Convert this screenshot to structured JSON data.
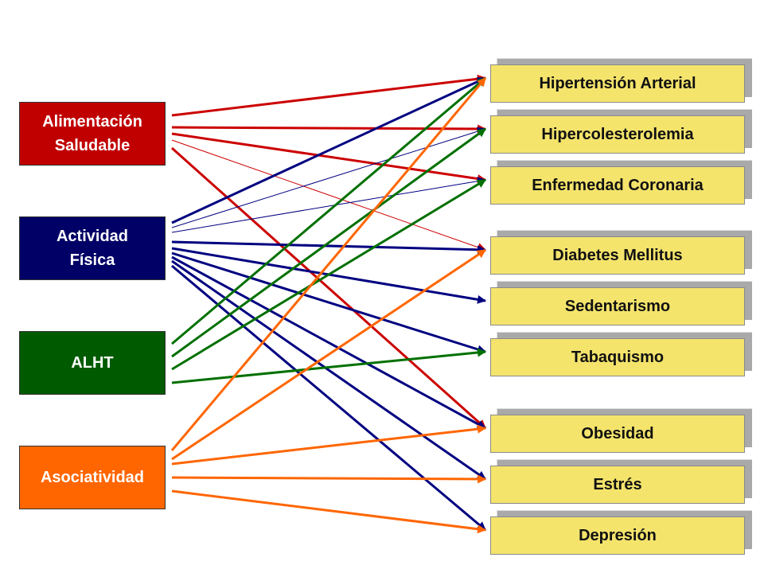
{
  "sources": [
    {
      "id": "alimentacion",
      "label": "Alimentación\nSaludable",
      "color": "#c00000"
    },
    {
      "id": "actividad",
      "label": "Actividad\nFísica",
      "color": "#000066"
    },
    {
      "id": "alht",
      "label": "ALHT",
      "color": "#005a00"
    },
    {
      "id": "asociatividad",
      "label": "Asociatividad",
      "color": "#ff6600"
    }
  ],
  "targets": [
    {
      "id": "hipertension",
      "label": "Hipertensión Arterial"
    },
    {
      "id": "hipercolesterolemia",
      "label": "Hipercolesterolemia"
    },
    {
      "id": "enfermedad_coronaria",
      "label": "Enfermedad Coronaria"
    },
    {
      "id": "diabetes",
      "label": "Diabetes Mellitus"
    },
    {
      "id": "sedentarismo",
      "label": "Sedentarismo"
    },
    {
      "id": "tabaquismo",
      "label": "Tabaquismo"
    },
    {
      "id": "obesidad",
      "label": "Obesidad"
    },
    {
      "id": "estres",
      "label": "Estrés"
    },
    {
      "id": "depresion",
      "label": "Depresión"
    }
  ],
  "links": [
    {
      "from": "alimentacion",
      "to": "hipertension",
      "color": "#cc0000",
      "weight": "thick"
    },
    {
      "from": "alimentacion",
      "to": "hipercolesterolemia",
      "color": "#cc0000",
      "weight": "thick"
    },
    {
      "from": "alimentacion",
      "to": "enfermedad_coronaria",
      "color": "#cc0000",
      "weight": "thick"
    },
    {
      "from": "alimentacion",
      "to": "diabetes",
      "color": "#cc0000",
      "weight": "thin"
    },
    {
      "from": "alimentacion",
      "to": "obesidad",
      "color": "#cc0000",
      "weight": "thick"
    },
    {
      "from": "actividad",
      "to": "hipertension",
      "color": "#000080",
      "weight": "thick"
    },
    {
      "from": "actividad",
      "to": "hipercolesterolemia",
      "color": "#000080",
      "weight": "thin"
    },
    {
      "from": "actividad",
      "to": "enfermedad_coronaria",
      "color": "#000080",
      "weight": "thin"
    },
    {
      "from": "actividad",
      "to": "diabetes",
      "color": "#000080",
      "weight": "thick"
    },
    {
      "from": "actividad",
      "to": "sedentarismo",
      "color": "#000080",
      "weight": "thick"
    },
    {
      "from": "actividad",
      "to": "tabaquismo",
      "color": "#000080",
      "weight": "thick"
    },
    {
      "from": "actividad",
      "to": "obesidad",
      "color": "#000080",
      "weight": "thick"
    },
    {
      "from": "actividad",
      "to": "estres",
      "color": "#000080",
      "weight": "thick"
    },
    {
      "from": "actividad",
      "to": "depresion",
      "color": "#000080",
      "weight": "thick"
    },
    {
      "from": "alht",
      "to": "hipertension",
      "color": "#007000",
      "weight": "thick"
    },
    {
      "from": "alht",
      "to": "hipercolesterolemia",
      "color": "#007000",
      "weight": "thick"
    },
    {
      "from": "alht",
      "to": "enfermedad_coronaria",
      "color": "#007000",
      "weight": "thick"
    },
    {
      "from": "alht",
      "to": "tabaquismo",
      "color": "#007000",
      "weight": "thick"
    },
    {
      "from": "asociatividad",
      "to": "hipertension",
      "color": "#ff6600",
      "weight": "thick"
    },
    {
      "from": "asociatividad",
      "to": "diabetes",
      "color": "#ff6600",
      "weight": "thick"
    },
    {
      "from": "asociatividad",
      "to": "obesidad",
      "color": "#ff6600",
      "weight": "thick"
    },
    {
      "from": "asociatividad",
      "to": "estres",
      "color": "#ff6600",
      "weight": "thick"
    },
    {
      "from": "asociatividad",
      "to": "depresion",
      "color": "#ff6600",
      "weight": "thick"
    }
  ]
}
